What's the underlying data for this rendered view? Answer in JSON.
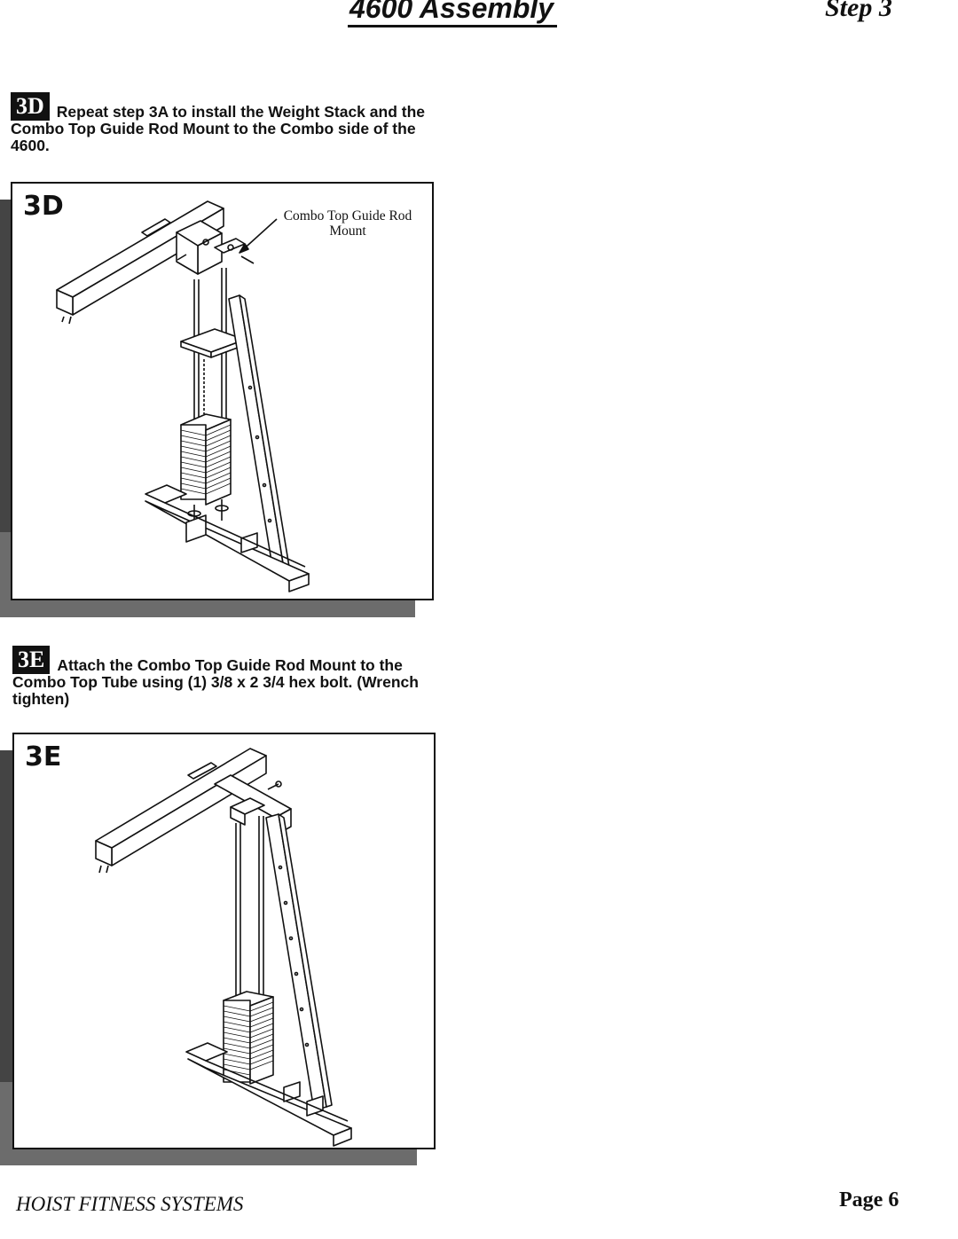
{
  "header": {
    "title": "4600  Assembly",
    "step": "Step  3"
  },
  "steps": [
    {
      "badge": "3D",
      "instruction": "Repeat step 3A to install the Weight Stack and the Combo Top Guide Rod Mount to the Combo side of the 4600.",
      "figure_label": "3D",
      "callout": "Combo Top Guide Rod Mount"
    },
    {
      "badge": "3E",
      "instruction": "Attach the Combo Top Guide Rod Mount to the Combo Top Tube using (1) 3/8 x 2 3/4 hex bolt. (Wrench tighten)",
      "figure_label": "3E"
    }
  ],
  "footer": {
    "company": "HOIST  FITNESS  SYSTEMS",
    "page": "Page  6"
  }
}
